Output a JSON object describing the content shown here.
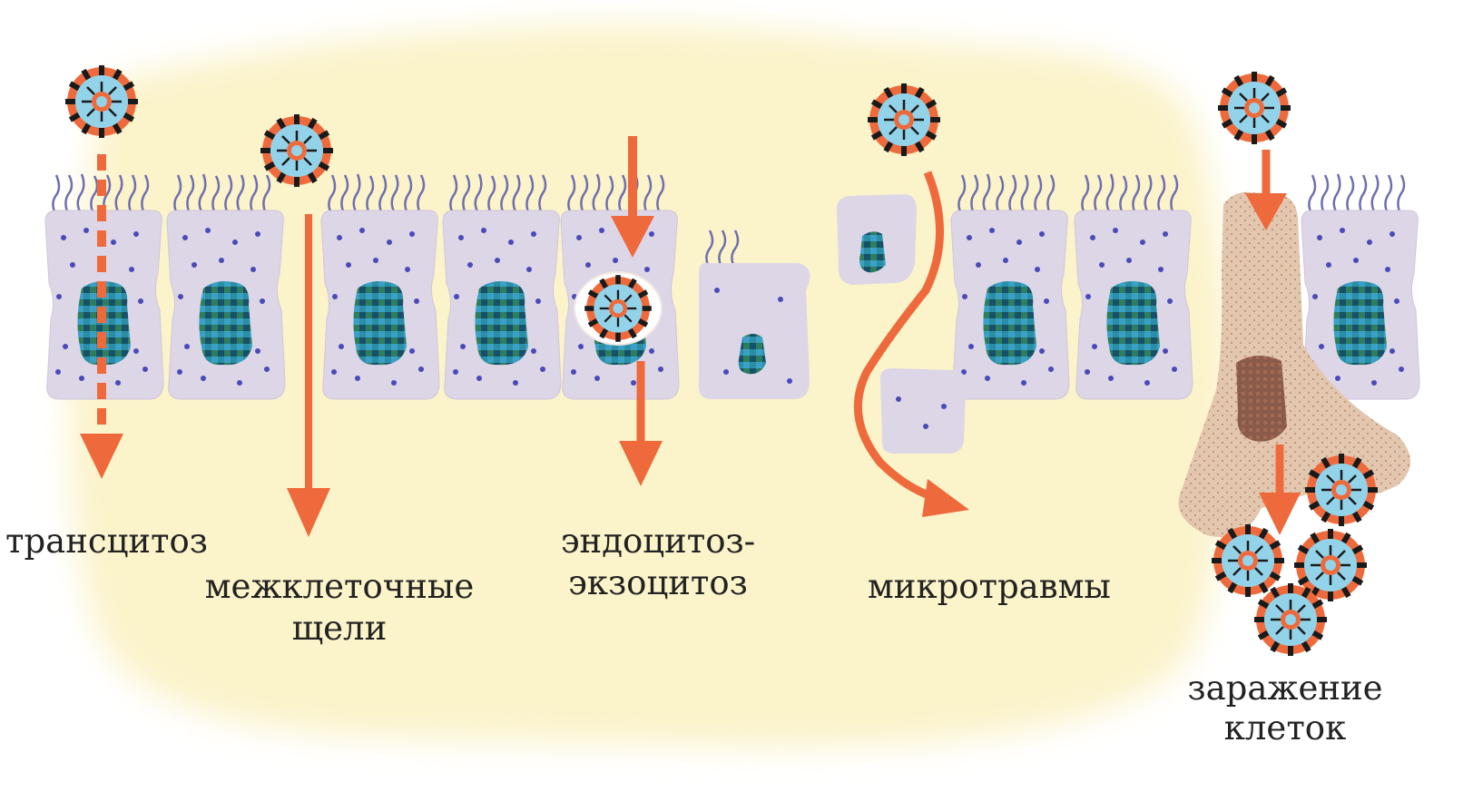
{
  "labels": {
    "transcytosis": "трансцитоз",
    "gaps_line1": "межклеточные",
    "gaps_line2": "щели",
    "endo_line1": "эндоцитоз-",
    "endo_line2": "экзоцитоз",
    "microtrauma": "микротравмы",
    "infection_line1": "заражение",
    "infection_line2": "клеток"
  },
  "colors": {
    "background_blob": "#fbf3c9",
    "cell_fill": "#ddd6e6",
    "nucleus": "#2a8fa4",
    "nucleus_dark": "#17506a",
    "arrow": "#ee6a3c",
    "cilia": "#6f6fb0",
    "granules": "#4a4ab8",
    "virus_core": "#93d3ea",
    "virus_ring": "#ee6a3c",
    "virus_spikes": "#1a1a1a",
    "infected_cell": "#e3c9b5",
    "infected_nucleus": "#8a5a4a"
  },
  "icons": [
    "virus-particle-icon",
    "arrow-down-icon",
    "curved-arrow-icon"
  ]
}
